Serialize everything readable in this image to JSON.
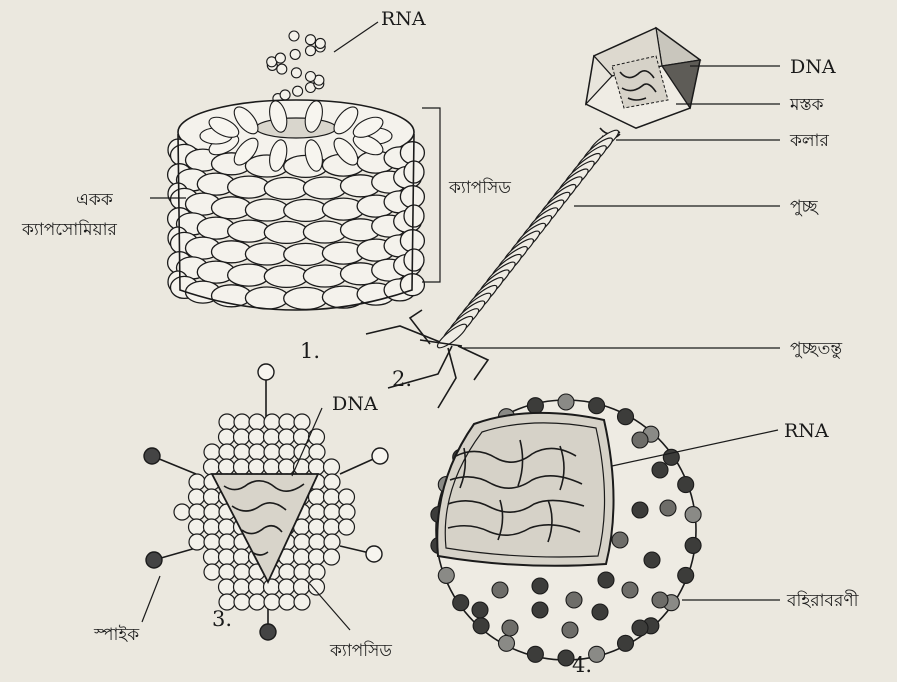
{
  "figure1": {
    "number": "1.",
    "rna_label": "RNA",
    "capsid_label": "ক্যাপসিড",
    "capsomere_label_line1": "একক",
    "capsomere_label_line2": "ক্যাপসোমিয়ার"
  },
  "figure2": {
    "number": "2.",
    "dna_label": "DNA",
    "head_label": "মস্তক",
    "collar_label": "কলার",
    "tail_label": "পুচ্ছ",
    "tail_fiber_label": "পুচ্ছতন্তু"
  },
  "figure3": {
    "number": "3.",
    "dna_label": "DNA",
    "spike_label": "স্পাইক",
    "capsid_label": "ক্যাপসিড"
  },
  "figure4": {
    "number": "4.",
    "rna_label": "RNA",
    "envelope_label": "বহিরাবরণী"
  },
  "colors": {
    "paper": "#ebe8df",
    "ink": "#1b1b1b",
    "shade": "#8a8a86"
  }
}
